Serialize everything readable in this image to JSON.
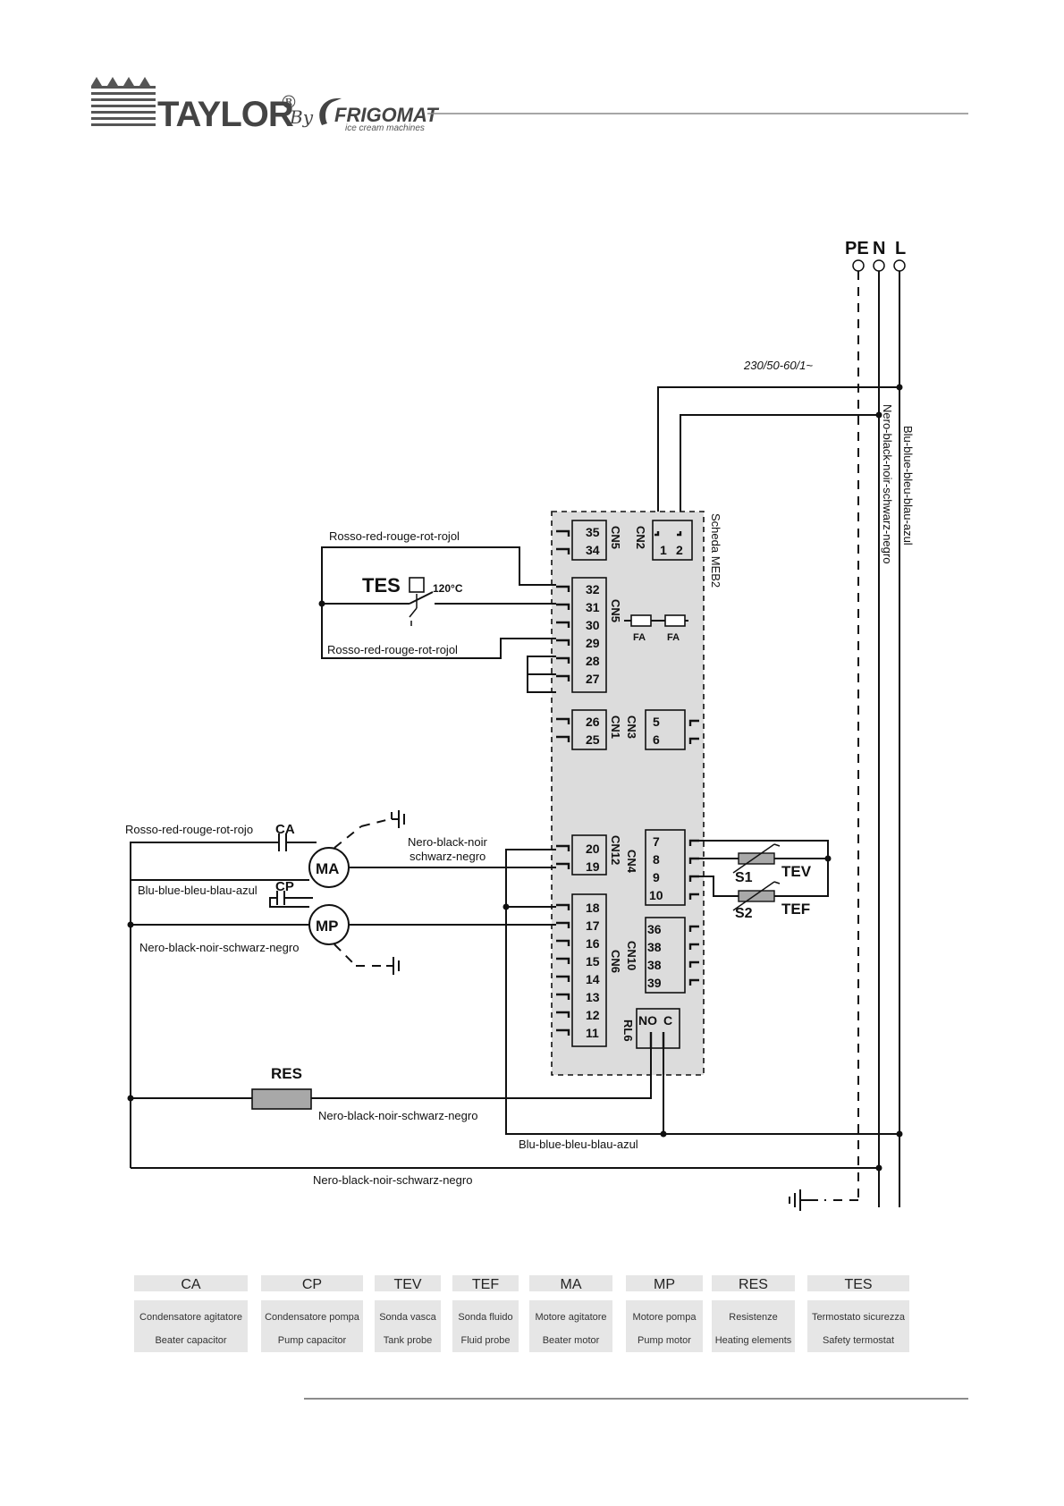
{
  "header": {
    "brand": "TAYLOR",
    "brand_mark": "®",
    "by": "By",
    "partner": "FRIGOMAT",
    "partner_sub": "ice cream machines"
  },
  "supply": {
    "pe": "PE",
    "n": "N",
    "l": "L",
    "voltage": "230/50-60/1~"
  },
  "board": {
    "name": "Scheda MEB2",
    "fuse_label": "FA"
  },
  "connectors": {
    "cn5_top": {
      "name": "CN5",
      "pins": [
        "35",
        "34"
      ]
    },
    "cn2": {
      "name": "CN2",
      "pins": [
        "1",
        "2"
      ]
    },
    "cn5": {
      "name": "CN5",
      "pins": [
        "32",
        "31",
        "30",
        "29",
        "28",
        "27"
      ]
    },
    "cn1": {
      "name": "CN1",
      "pins": [
        "26",
        "25"
      ]
    },
    "cn3": {
      "name": "CN3",
      "pins": [
        "5",
        "6"
      ]
    },
    "cn12": {
      "name": "CN12",
      "pins": [
        "20",
        "19"
      ]
    },
    "cn4": {
      "name": "CN4",
      "pins": [
        "7",
        "8",
        "9",
        "10"
      ]
    },
    "cn6": {
      "name": "CN6",
      "pins": [
        "18",
        "17",
        "16",
        "15",
        "14",
        "13",
        "12",
        "11"
      ]
    },
    "cn10": {
      "name": "CN10",
      "pins": [
        "36",
        "38",
        "38",
        "39"
      ]
    },
    "rl6": {
      "name": "RL6",
      "no": "NO",
      "c": "C"
    }
  },
  "components": {
    "tes": "TES",
    "tes_temp": "120°C",
    "ca": "CA",
    "cp": "CP",
    "ma": "MA",
    "mp": "MP",
    "res": "RES",
    "s1": "S1",
    "s2": "S2",
    "tev": "TEV",
    "tef": "TEF"
  },
  "wires": {
    "l_wire": "Blu-blue-bleu-blau-azul",
    "n_wire": "Nero-black-noir-schwarz-negro",
    "red_top": "Rosso-red-rouge-rot-rojol",
    "red_bottom": "Rosso-red-rouge-rot-rojol",
    "red_ca": "Rosso-red-rouge-rot-rojo",
    "blue_ma": "Blu-blue-bleu-blau-azul",
    "black_cn12_a": "Nero-black-noir",
    "black_cn12_b": "schwarz-negro",
    "black_mp": "Nero-black-noir-schwarz-negro",
    "black_res": "Nero-black-noir-schwarz-negro",
    "blue_bottom": "Blu-blue-bleu-blau-azul",
    "black_bottom": "Nero-black-noir-schwarz-negro"
  },
  "legend": [
    {
      "code": "CA",
      "it": "Condensatore agitatore",
      "en": "Beater capacitor"
    },
    {
      "code": "CP",
      "it": "Condensatore pompa",
      "en": "Pump capacitor"
    },
    {
      "code": "TEV",
      "it": "Sonda vasca",
      "en": "Tank probe"
    },
    {
      "code": "TEF",
      "it": "Sonda fluido",
      "en": "Fluid probe"
    },
    {
      "code": "MA",
      "it": "Motore agitatore",
      "en": "Beater motor"
    },
    {
      "code": "MP",
      "it": "Motore pompa",
      "en": "Pump motor"
    },
    {
      "code": "RES",
      "it": "Resistenze",
      "en": "Heating elements"
    },
    {
      "code": "TES",
      "it": "Termostato sicurezza",
      "en": "Safety termostat"
    }
  ],
  "colors": {
    "ink": "#111111",
    "board_fill": "#dcdcdc",
    "legend_fill": "#e6e6e6",
    "component_fill": "#a8a8a8"
  }
}
